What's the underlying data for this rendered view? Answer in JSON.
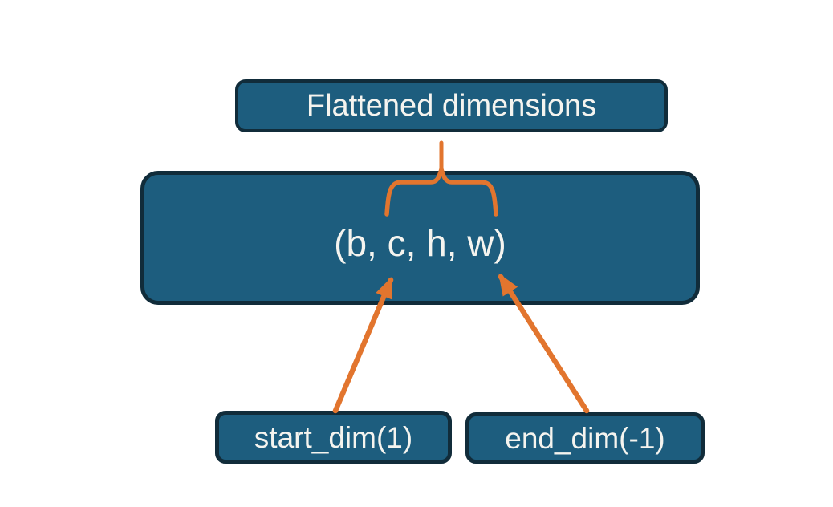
{
  "diagram": {
    "title_box": {
      "label": "Flattened dimensions"
    },
    "main_box": {
      "label": "(b, c, h, w)"
    },
    "start_box": {
      "label": "start_dim(1)"
    },
    "end_box": {
      "label": "end_dim(-1)"
    },
    "annotations": {
      "brace": "brace grouping c,h,w dimensions up to Flattened dimensions box",
      "start_arrow": "points from start_dim(1) to the c dimension",
      "end_arrow": "points from end_dim(-1) to the w dimension"
    }
  },
  "colors": {
    "background": "#ffffff",
    "box_fill": "#1d5d7e",
    "box_border": "#112c3a",
    "accent_orange": "#e2752e",
    "text": "#f5f4ef"
  }
}
